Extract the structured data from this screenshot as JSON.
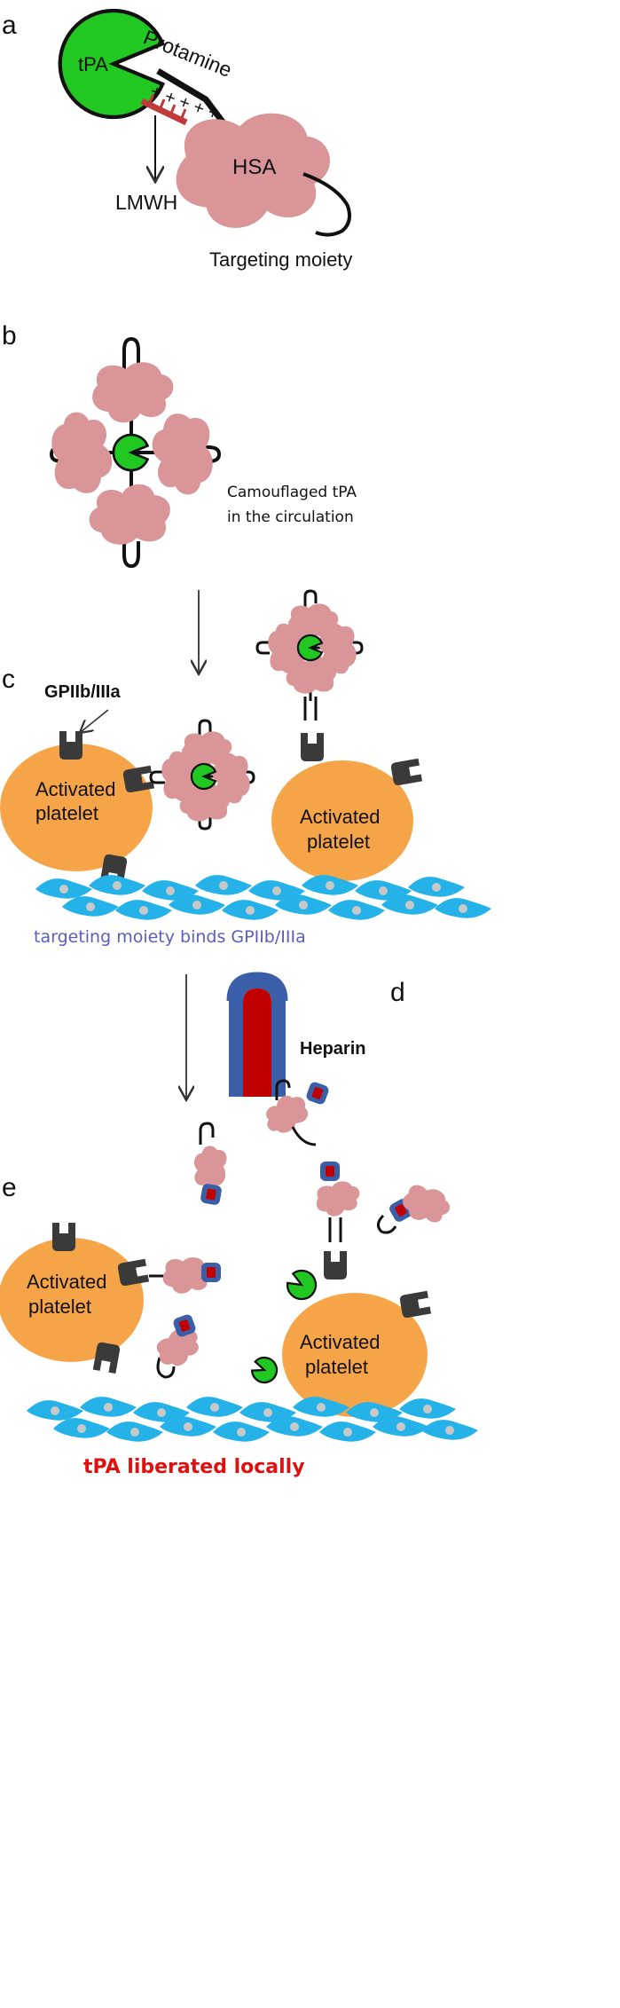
{
  "panels": {
    "a": {
      "letter": "a",
      "tpa": "tPA",
      "protamine": "Protamine",
      "charges": "+ + + + +",
      "lmwh": "LMWH",
      "hsa": "HSA",
      "targeting": "Targeting moiety"
    },
    "b": {
      "letter": "b",
      "caption_line1": "Camouflaged tPA",
      "caption_line2": "in the circulation"
    },
    "c": {
      "letter": "c",
      "receptor": "GPIIb/IIIa",
      "platelet_line1": "Activated",
      "platelet_line2": "platelet",
      "caption": "targeting moiety binds GPIIb/IIIa"
    },
    "d": {
      "letter": "d",
      "heparin": "Heparin"
    },
    "e": {
      "letter": "e",
      "platelet_line1": "Activated",
      "platelet_line2": "platelet",
      "caption": "tPA liberated locally"
    }
  },
  "colors": {
    "tpa_green": "#22c822",
    "hsa_pink": "#d99597",
    "lmwh_red": "#c0393b",
    "platelet_orange": "#f6a448",
    "receptor_dark": "#3a3a3a",
    "endothelium_blue": "#25b2e8",
    "nucleus_gray": "#c8c8c8",
    "heparin_red": "#c00000",
    "heparin_outline": "#3a5fa8",
    "caption_c": "#5a5ec0",
    "caption_e": "#e01010"
  }
}
